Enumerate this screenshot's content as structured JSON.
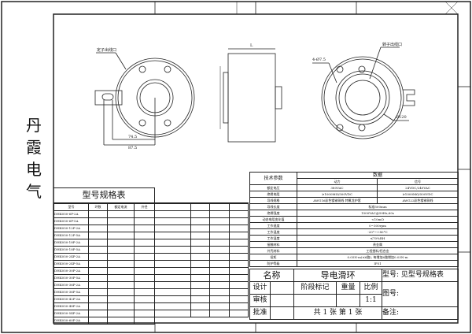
{
  "company": "丹霞电气",
  "drawing": {
    "stator_outlet_label": "定子出线口",
    "rotor_outlet_label": "转子出线口",
    "holes_label": "4-Ø7.5",
    "dim_inner": "74.5",
    "dim_outer": "87.5",
    "dim_side": "L",
    "dim_right": "Ø120"
  },
  "spec_table": {
    "header_param": "技术参数",
    "header_data": "数据",
    "col_power": "动力",
    "col_signal": "信号",
    "rows": [
      {
        "name": "额定电压",
        "power": "380VAC",
        "signal": "24VDC/240VAC"
      },
      {
        "name": "绝缘电阻",
        "power": "≥1000MΩ/500VDC",
        "signal": "≥1000MΩ/500VDC"
      },
      {
        "name": "导线规格",
        "power": "AWG16彩色镀锡铜线 特氟龙护套",
        "signal": "AWG22彩色镀锡铜线"
      },
      {
        "name": "导线长度",
        "value": "标准500mm"
      },
      {
        "name": "绝缘强度",
        "value": "1500VAC@50Hz,60s"
      },
      {
        "name": "动态电阻变化值",
        "value": "<10mΩ"
      },
      {
        "name": "工作速度",
        "value": "0~300rpm"
      },
      {
        "name": "工作温度",
        "value": "-20°~+80°C"
      },
      {
        "name": "工作湿度",
        "value": "≤70%RH"
      },
      {
        "name": "接触材料",
        "value": "贵金属"
      },
      {
        "name": "外壳材料",
        "value": "工程塑料/铝合金"
      },
      {
        "name": "扭矩",
        "value": "0.05N·m(≤6路), 每增加6路增加0.03N·m"
      },
      {
        "name": "防护等级",
        "value": "IP51"
      }
    ]
  },
  "model_table": {
    "title": "型号规格表",
    "col_model": "型号",
    "col_circuits": "环数",
    "col_current": "额定电流",
    "col_od": "外径",
    "rows": [
      "DHK050-6P-2A",
      "DHK050-6P-5A",
      "DHK050-12P-2A",
      "DHK050-12P-5A",
      "DHK050-18P-2A",
      "DHK050-18P-5A",
      "DHK050-24P-2A",
      "DHK050-24P-5A",
      "DHK050-30P-2A",
      "DHK050-30P-5A",
      "DHK050-36P-2A",
      "DHK050-36P-5A",
      "DHK050-42P-2A",
      "DHK050-48P-2A",
      "DHK050-54P-2A",
      "DHK050-60P-2A"
    ]
  },
  "title_block": {
    "name_label": "名称",
    "name_value": "导电滑环",
    "model_label": "型号: 见型号规格表",
    "design": "设计",
    "check": "审核",
    "approve": "批准",
    "stage": "阶段标记",
    "weight": "重量",
    "scale_label": "比例",
    "scale_value": "1:1",
    "drawing_no": "图号:",
    "sheets": "共 1 张  第 1 张",
    "remark": "备注:"
  }
}
